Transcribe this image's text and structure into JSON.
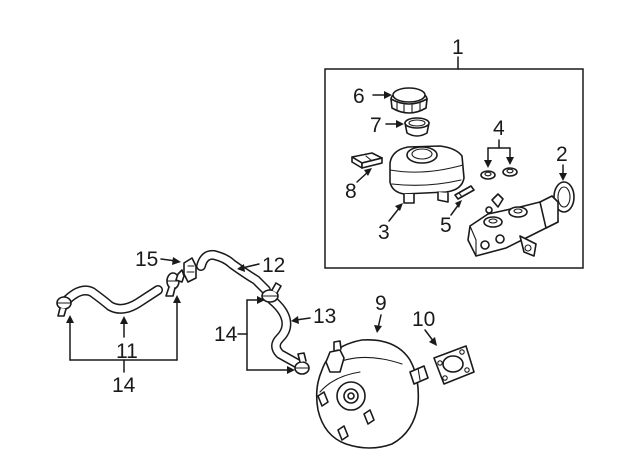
{
  "callouts": {
    "c1": "1",
    "c2": "2",
    "c3": "3",
    "c4": "4",
    "c5": "5",
    "c6": "6",
    "c7": "7",
    "c8": "8",
    "c9": "9",
    "c10": "10",
    "c11": "11",
    "c12": "12",
    "c13": "13",
    "c14_left": "14",
    "c14_bottom": "14",
    "c15": "15"
  },
  "colors": {
    "line": "#1a1a1a",
    "background": "#ffffff"
  }
}
